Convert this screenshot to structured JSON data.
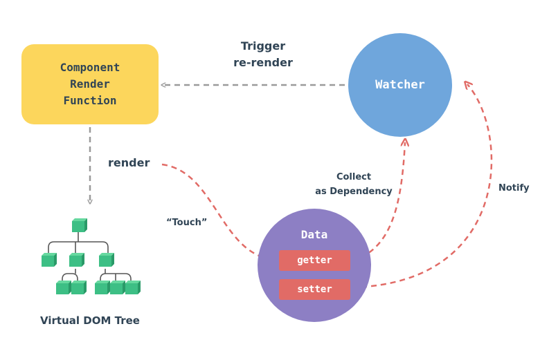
{
  "component": {
    "line1": "Component",
    "line2": "Render",
    "line3": "Function"
  },
  "watcher": {
    "label": "Watcher"
  },
  "data_node": {
    "label": "Data",
    "getter": "getter",
    "setter": "setter"
  },
  "edges": {
    "trigger_line1": "Trigger",
    "trigger_line2": "re-render",
    "render": "render",
    "touch": "“Touch”",
    "collect_line1": "Collect",
    "collect_line2": "as Dependency",
    "notify": "Notify"
  },
  "vdom": {
    "label": "Virtual DOM Tree"
  },
  "colors": {
    "component": "#fcd65c",
    "watcher": "#6fa6dc",
    "data": "#8d7fc4",
    "pill": "#e16b66",
    "dashed_gray": "#9a9a9a",
    "dashed_red": "#e16b66",
    "tree_node": "#3dbf85",
    "text": "#304455"
  }
}
